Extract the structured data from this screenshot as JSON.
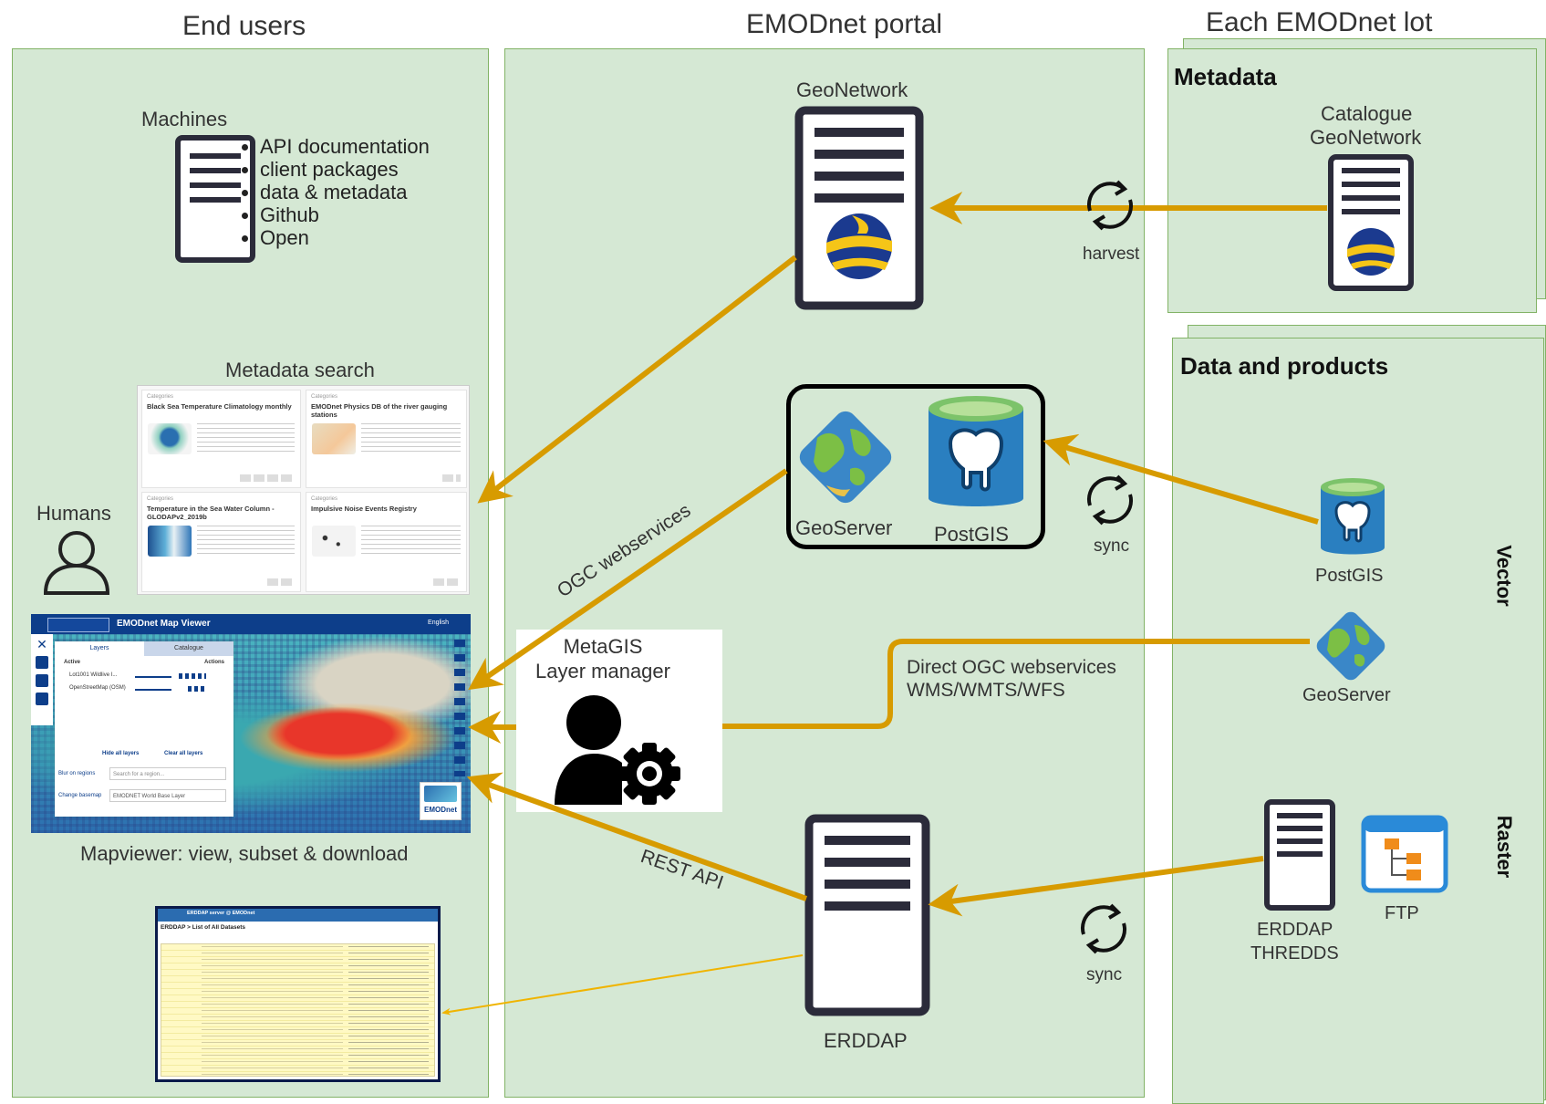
{
  "headers": {
    "end_users": "End users",
    "emodnet_portal": "EMODnet portal",
    "each_lot": "Each EMODnet lot"
  },
  "machines": {
    "label": "Machines",
    "items": [
      "API documentation",
      "client packages",
      "data & metadata",
      "Github",
      "Open"
    ]
  },
  "humans_label": "Humans",
  "metadata_search": {
    "label": "Metadata search",
    "cards": [
      {
        "category": "Categories",
        "title": "Black Sea Temperature Climatology monthly"
      },
      {
        "category": "Categories",
        "title": "EMODnet Physics DB of the river gauging stations"
      },
      {
        "category": "Categories",
        "title": "Temperature in the Sea Water Column - GLODAPv2_2019b"
      },
      {
        "category": "Categories",
        "title": "Impulsive Noise Events Registry"
      }
    ]
  },
  "mapviewer": {
    "label": "Mapviewer: view, subset & download",
    "header_title": "EMODnet Map Viewer",
    "language": "English",
    "tab_layers": "Layers",
    "tab_catalogue": "Catalogue",
    "col_active": "Active",
    "col_actions": "Actions",
    "layer_1": "Lot1001 Wildlive I...",
    "layer_2": "OpenStreetMap (OSM)",
    "hide_all": "Hide all layers",
    "clear_all": "Clear all layers",
    "blur_label": "Blur on regions",
    "search_region": "Search for a region...",
    "basemap_label": "Change basemap",
    "basemap_value": "EMODNET World Base Layer",
    "logo": "EMODnet"
  },
  "erddap_list": {
    "header": "ERDDAP server @ EMODnet",
    "title": "ERDDAP > List of All Datasets"
  },
  "portal": {
    "geonetwork": "GeoNetwork",
    "geoserver": "GeoServer",
    "postgis": "PostGIS",
    "metagis_line1": "MetaGIS",
    "metagis_line2": "Layer manager",
    "erddap": "ERDDAP"
  },
  "edges": {
    "harvest": "harvest",
    "sync_1": "sync",
    "sync_2": "sync",
    "ogc_webservices": "OGC webservices",
    "rest_api": "REST API",
    "direct_line1": "Direct OGC webservices",
    "direct_line2": "WMS/WMTS/WFS"
  },
  "lot": {
    "metadata_title": "Metadata",
    "catalogue_line1": "Catalogue",
    "catalogue_line2": "GeoNetwork",
    "data_title": "Data and products",
    "postgis": "PostGIS",
    "geoserver": "GeoServer",
    "vector": "Vector",
    "raster": "Raster",
    "erddap_line1": "ERDDAP",
    "erddap_line2": "THREDDS",
    "ftp": "FTP"
  },
  "colors": {
    "panel_fill": "#d5e8d4",
    "panel_stroke": "#82b366",
    "arrow": "#d79b00",
    "arrow_thin": "#f0b400",
    "server": "#2b2b3a"
  }
}
